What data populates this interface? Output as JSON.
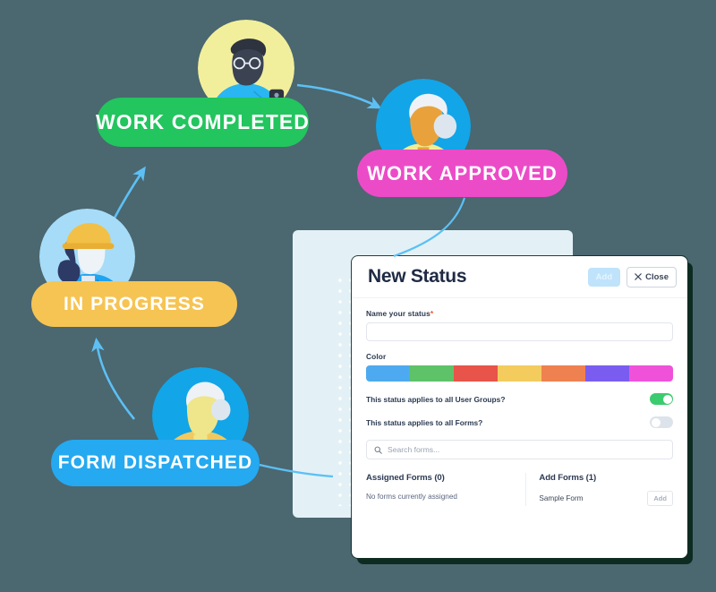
{
  "background_color": "#4b6770",
  "workflow": {
    "statuses": [
      {
        "label": "WORK COMPLETED",
        "color": "#22c55e",
        "icon": "avatar-person-glasses-phone"
      },
      {
        "label": "WORK APPROVED",
        "color": "#ec4bc8",
        "icon": "avatar-person-white-hair-yellow-top"
      },
      {
        "label": "IN PROGRESS",
        "color": "#f6c453",
        "icon": "avatar-worker-hard-hat"
      },
      {
        "label": "FORM DISPATCHED",
        "color": "#25a9f0",
        "icon": "avatar-person-white-hair"
      }
    ],
    "arrow_color": "#5cc0f5",
    "arrows": [
      {
        "name": "arrow-form-dispatched-to-in-progress"
      },
      {
        "name": "arrow-in-progress-to-work-completed"
      },
      {
        "name": "arrow-work-completed-to-work-approved"
      },
      {
        "name": "arrow-work-approved-to-dialog"
      }
    ]
  },
  "dialog": {
    "title": "New Status",
    "add_label": "Add",
    "close_label": "Close",
    "name_field": {
      "label": "Name your status",
      "required_marker": "*",
      "value": "",
      "placeholder": ""
    },
    "color_field": {
      "label": "Color",
      "swatches": [
        "#4eaaf0",
        "#5ec269",
        "#e8544a",
        "#f4cc5e",
        "#ef8150",
        "#7a5df0",
        "#ef52d9"
      ]
    },
    "toggles": [
      {
        "label": "This status applies to all User Groups?",
        "state": "on",
        "on_color": "#3ccb6e"
      },
      {
        "label": "This status applies to all Forms?",
        "state": "off",
        "off_color": "#dde3ea"
      }
    ],
    "search": {
      "placeholder": "Search forms...",
      "value": "",
      "icon": "search-icon"
    },
    "assigned_forms": {
      "title": "Assigned Forms (0)",
      "empty_text": "No forms currently assigned"
    },
    "add_forms": {
      "title": "Add Forms (1)",
      "rows": [
        {
          "name": "Sample Form",
          "action_label": "Add"
        }
      ]
    }
  }
}
